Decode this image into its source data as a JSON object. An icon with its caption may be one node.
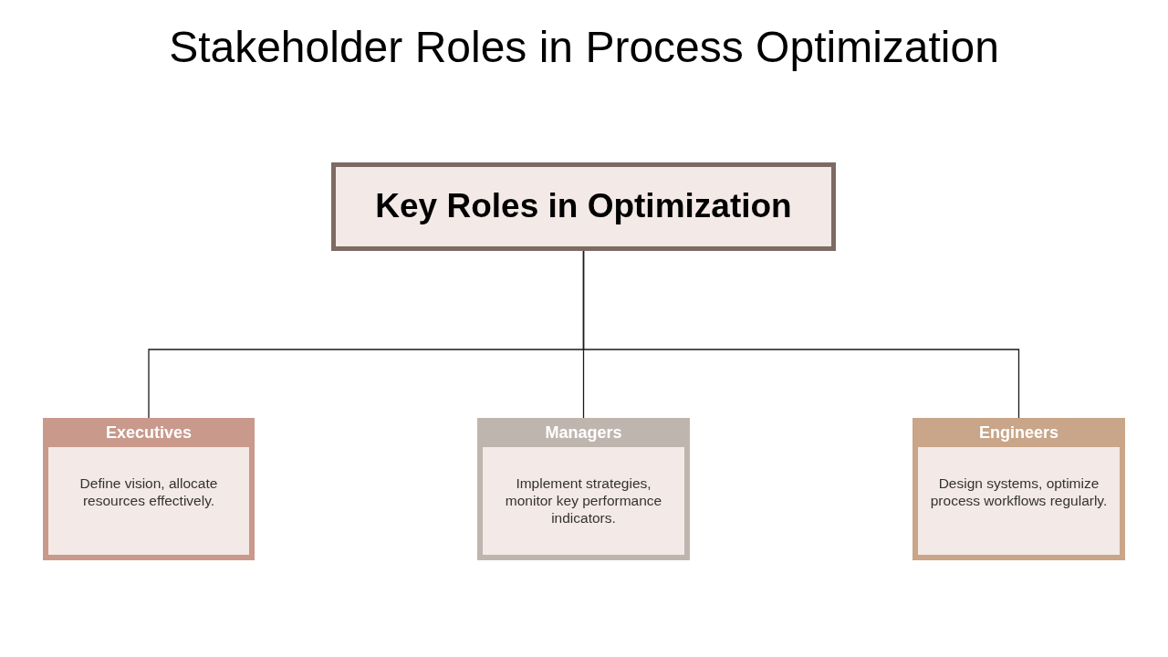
{
  "diagram": {
    "title": "Stakeholder Roles in Process Optimization",
    "nodes": [
      {
        "text": [
          "Key Roles in Optimization"
        ]
      },
      {
        "text": [
          "Executives",
          "Define vision, allocate resources effectively."
        ]
      },
      {
        "text": [
          "Managers",
          "Implement strategies, monitor key performance indicators."
        ]
      },
      {
        "text": [
          "Engineers",
          "Design systems, optimize process workflows regularly."
        ]
      }
    ],
    "edges": [
      {
        "from": 0,
        "to": 1,
        "arrow": "none"
      },
      {
        "from": 0,
        "to": 2,
        "arrow": "none"
      },
      {
        "from": 0,
        "to": 3,
        "arrow": "none"
      }
    ]
  }
}
